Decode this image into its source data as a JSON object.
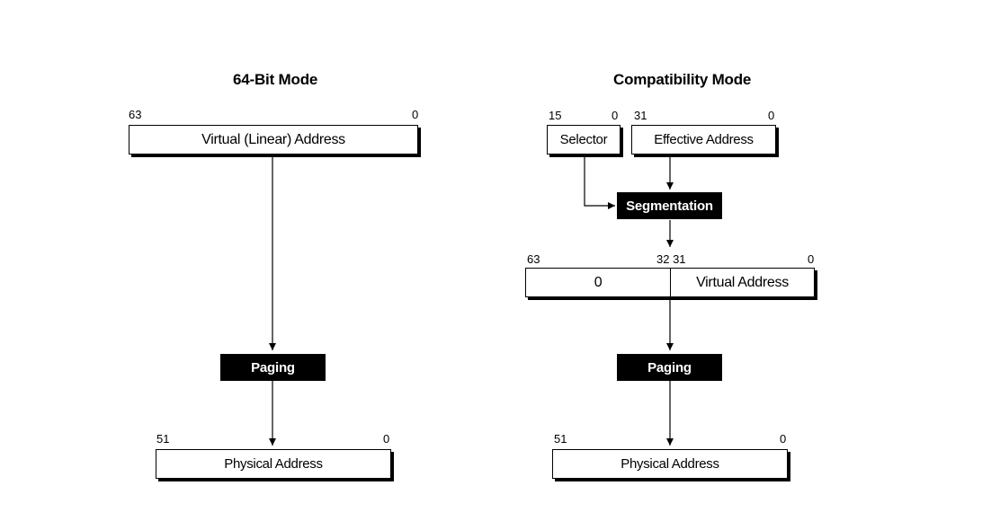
{
  "left": {
    "title": "64-Bit Mode",
    "virtual": {
      "label": "Virtual (Linear) Address",
      "hi": "63",
      "lo": "0"
    },
    "paging": "Paging",
    "physical": {
      "label": "Physical Address",
      "hi": "51",
      "lo": "0"
    }
  },
  "right": {
    "title": "Compatibility Mode",
    "selector": {
      "label": "Selector",
      "hi": "15",
      "lo": "0"
    },
    "effective": {
      "label": "Effective Address",
      "hi": "31",
      "lo": "0"
    },
    "segmentation": "Segmentation",
    "combined": {
      "upper_value": "0",
      "lower_label": "Virtual Address",
      "hi": "63",
      "mid": "32 31",
      "lo": "0"
    },
    "paging": "Paging",
    "physical": {
      "label": "Physical Address",
      "hi": "51",
      "lo": "0"
    }
  }
}
